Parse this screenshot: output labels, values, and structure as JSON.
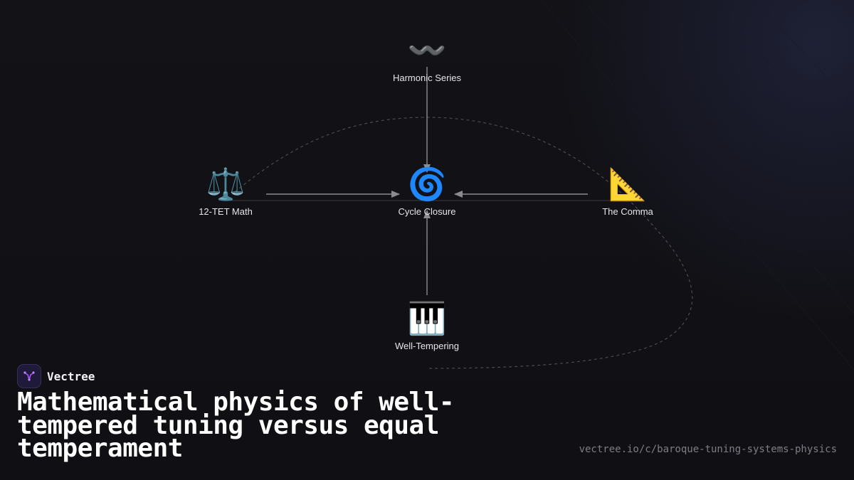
{
  "nodes": {
    "harmonic": {
      "label": "Harmonic Series",
      "icon": "〰️"
    },
    "tet": {
      "label": "12-TET Math",
      "icon": "⚖️"
    },
    "cycle": {
      "label": "Cycle Closure",
      "icon": "🌀"
    },
    "comma": {
      "label": "The Comma",
      "icon": "📐"
    },
    "well": {
      "label": "Well-Tempering",
      "icon": "🎹"
    }
  },
  "brand": {
    "name": "Vectree"
  },
  "title": "Mathematical physics of well-tempered tuning versus equal temperament",
  "url": "vectree.io/c/baroque-tuning-systems-physics",
  "colors": {
    "background": "#111116",
    "edge": "#8a8a90",
    "dashed_curve": "#4a4a52",
    "text": "#ffffff",
    "url": "#7d7d86",
    "logo_accent": "#a855f7"
  }
}
